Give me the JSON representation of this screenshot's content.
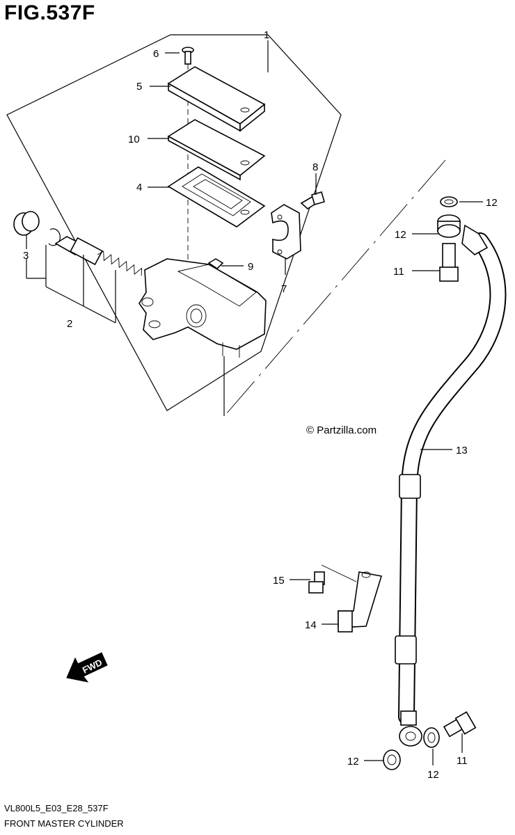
{
  "header": {
    "figure_title": "FIG.537F"
  },
  "footer": {
    "model_code": "VL800L5_E03_E28_537F",
    "section_name": "FRONT MASTER CYLINDER"
  },
  "watermark": {
    "text": "© Partzilla.com"
  },
  "fwd_arrow": {
    "label": "FWD"
  },
  "callouts": [
    {
      "id": "c1",
      "label": "1"
    },
    {
      "id": "c2",
      "label": "2"
    },
    {
      "id": "c3",
      "label": "3"
    },
    {
      "id": "c4",
      "label": "4"
    },
    {
      "id": "c5",
      "label": "5"
    },
    {
      "id": "c6",
      "label": "6"
    },
    {
      "id": "c7",
      "label": "7"
    },
    {
      "id": "c8",
      "label": "8"
    },
    {
      "id": "c9",
      "label": "9"
    },
    {
      "id": "c10",
      "label": "10"
    },
    {
      "id": "c11a",
      "label": "11"
    },
    {
      "id": "c11b",
      "label": "11"
    },
    {
      "id": "c12a",
      "label": "12"
    },
    {
      "id": "c12b",
      "label": "12"
    },
    {
      "id": "c12c",
      "label": "12"
    },
    {
      "id": "c12d",
      "label": "12"
    },
    {
      "id": "c13",
      "label": "13"
    },
    {
      "id": "c14",
      "label": "14"
    },
    {
      "id": "c15",
      "label": "15"
    }
  ]
}
